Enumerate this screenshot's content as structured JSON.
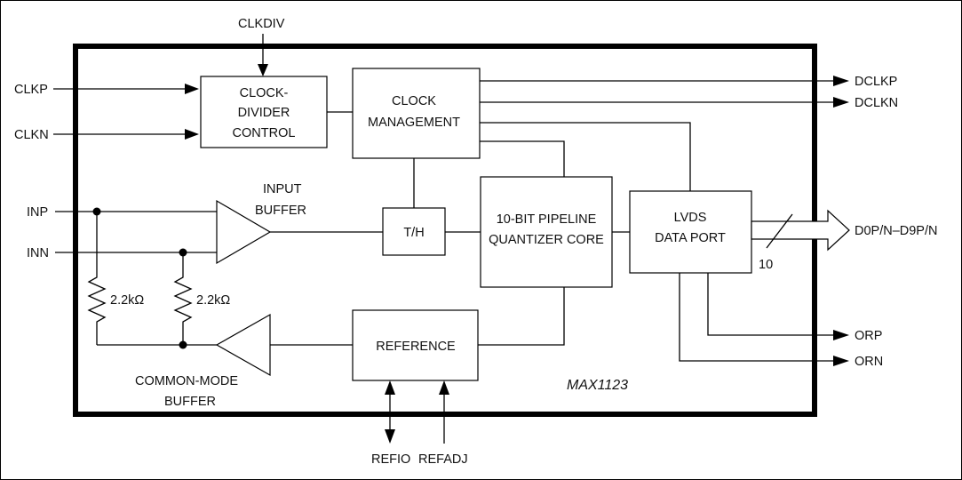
{
  "pins": {
    "clkdiv": "CLKDIV",
    "clkp": "CLKP",
    "clkn": "CLKN",
    "inp": "INP",
    "inn": "INN",
    "dclkp": "DCLKP",
    "dclkn": "DCLKN",
    "data_out": "D0P/N–D9P/N",
    "bus_width": "10",
    "orp": "ORP",
    "orn": "ORN",
    "refio": "REFIO",
    "refadj": "REFADJ"
  },
  "blocks": {
    "clock_divider": [
      "CLOCK-",
      "DIVIDER",
      "CONTROL"
    ],
    "clock_management": [
      "CLOCK",
      "MANAGEMENT"
    ],
    "track_hold": "T/H",
    "pipeline_core": [
      "10-BIT PIPELINE",
      "QUANTIZER CORE"
    ],
    "lvds_port": [
      "LVDS",
      "DATA PORT"
    ],
    "reference": "REFERENCE"
  },
  "amplifiers": {
    "input_buffer": [
      "INPUT",
      "BUFFER"
    ],
    "common_mode_buffer": [
      "COMMON-MODE",
      "BUFFER"
    ]
  },
  "resistors": {
    "r1": "2.2kΩ",
    "r2": "2.2kΩ"
  },
  "chip_name": "MAX1123"
}
